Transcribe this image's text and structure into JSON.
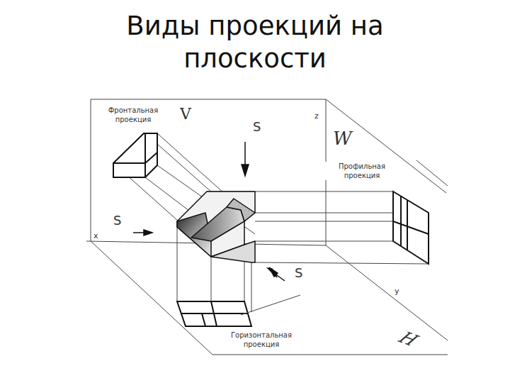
{
  "diagram": {
    "title": "Виды проекций на плоскости",
    "labels": [
      "Фронтальная проекция",
      "V",
      "z",
      "S",
      "W",
      "Профильная проекция",
      "S",
      "x",
      "S",
      "y",
      "Горизонтальная проекция",
      "H"
    ]
  }
}
